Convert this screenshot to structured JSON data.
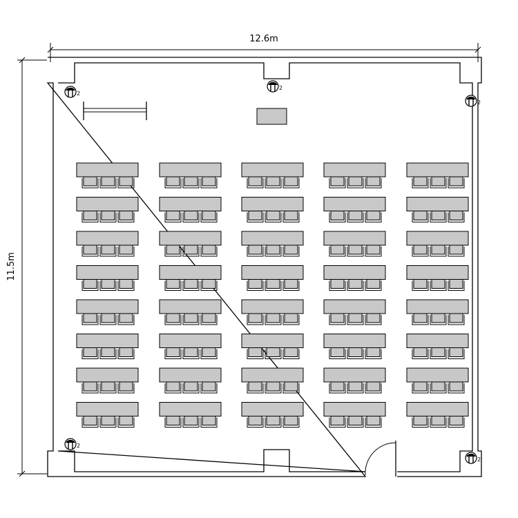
{
  "dimensions": {
    "width_label": "12.6m",
    "height_label": "11.5m"
  },
  "outlets": [
    {
      "label": "2"
    },
    {
      "label": "2"
    },
    {
      "label": "2"
    },
    {
      "label": "2"
    },
    {
      "label": "2"
    }
  ],
  "layout": {
    "desk_columns": 5,
    "desk_rows": 8,
    "chairs_per_desk": 3
  },
  "colors": {
    "furniture_fill": "#c8c8c8",
    "line": "#000000"
  }
}
